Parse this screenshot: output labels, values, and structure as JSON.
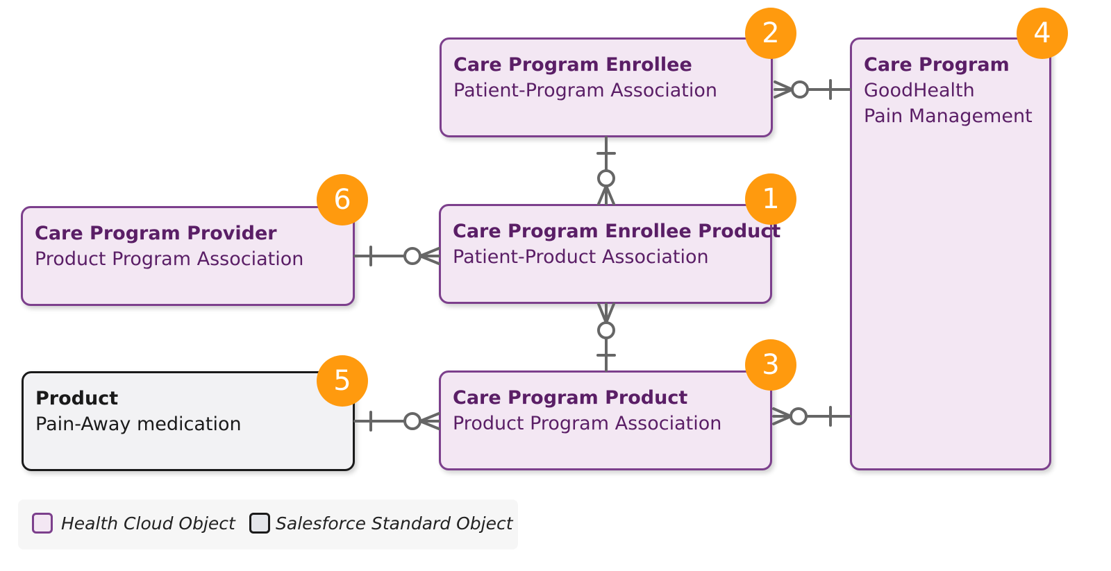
{
  "entities": {
    "enrollee": {
      "title": "Care Program Enrollee",
      "lines": [
        "Patient-Program Association"
      ],
      "badge": "2",
      "kind": "health-cloud"
    },
    "care_program": {
      "title": "Care Program",
      "lines": [
        "GoodHealth",
        "Pain Management"
      ],
      "badge": "4",
      "kind": "health-cloud"
    },
    "provider": {
      "title": "Care Program Provider",
      "lines": [
        "Product Program Association"
      ],
      "badge": "6",
      "kind": "health-cloud"
    },
    "enrollee_product": {
      "title": "Care Program Enrollee Product",
      "lines": [
        "Patient-Product Association"
      ],
      "badge": "1",
      "kind": "health-cloud"
    },
    "product": {
      "title": "Product",
      "lines": [
        "Pain-Away medication"
      ],
      "badge": "5",
      "kind": "salesforce-standard"
    },
    "program_product": {
      "title": "Care Program Product",
      "lines": [
        "Product Program Association"
      ],
      "badge": "3",
      "kind": "health-cloud"
    }
  },
  "relationships": [
    {
      "from": "care_program",
      "to": "enrollee",
      "from_cardinality": "one",
      "to_cardinality": "zero-or-many"
    },
    {
      "from": "enrollee",
      "to": "enrollee_product",
      "from_cardinality": "one",
      "to_cardinality": "zero-or-many"
    },
    {
      "from": "provider",
      "to": "enrollee_product",
      "from_cardinality": "one",
      "to_cardinality": "zero-or-many"
    },
    {
      "from": "program_product",
      "to": "enrollee_product",
      "from_cardinality": "one",
      "to_cardinality": "zero-or-many"
    },
    {
      "from": "product",
      "to": "program_product",
      "from_cardinality": "one",
      "to_cardinality": "zero-or-many"
    },
    {
      "from": "care_program",
      "to": "program_product",
      "from_cardinality": "one",
      "to_cardinality": "zero-or-many"
    }
  ],
  "legend": {
    "health_cloud_label": "Health Cloud Object",
    "standard_label": "Salesforce Standard Object"
  },
  "colors": {
    "health_cloud_fill": "#f3e7f3",
    "health_cloud_border": "#7c3f8c",
    "standard_fill": "#f2f2f4",
    "standard_border": "#1a1a1a",
    "badge": "#ff9a0e",
    "connector": "#666666"
  }
}
